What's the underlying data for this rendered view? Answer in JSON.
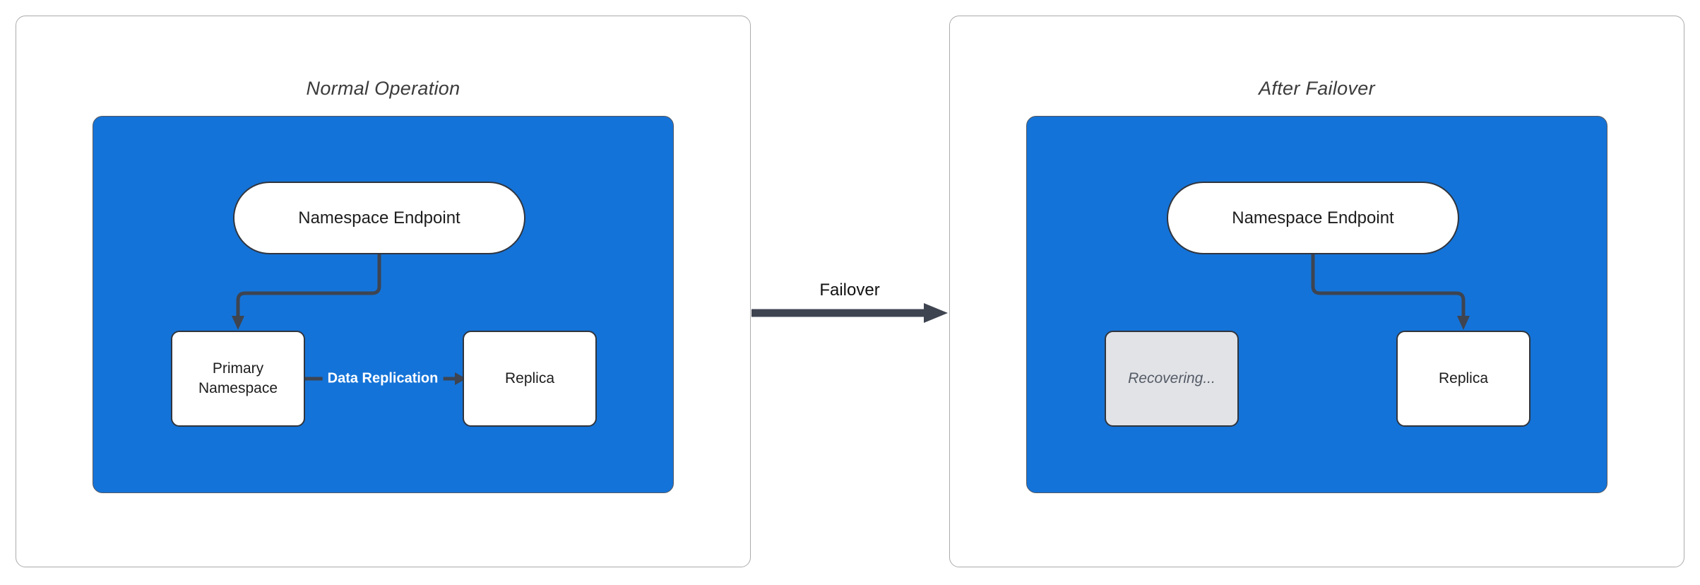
{
  "colors": {
    "page_bg": "#FFFFFF",
    "panel_border": "#ABABAB",
    "blue_fill": "#1473D8",
    "blue_border": "#54585F",
    "node_fill": "#FFFFFF",
    "node_border": "#30353E",
    "node_text": "#1D1D1D",
    "recovering_fill": "#E2E3E7",
    "recovering_text": "#545B66",
    "edge_stroke": "#3E4450",
    "title_text": "#3B3B3B",
    "edge_label_text": "#FFFFFF",
    "failover_label_text": "#111111"
  },
  "left_panel": {
    "title": "Normal Operation",
    "endpoint_label": "Namespace Endpoint",
    "primary_label": "Primary Namespace",
    "replica_label": "Replica",
    "replication_label": "Data Replication"
  },
  "transition": {
    "label": "Failover"
  },
  "right_panel": {
    "title": "After Failover",
    "endpoint_label": "Namespace Endpoint",
    "recovering_label": "Recovering...",
    "replica_label": "Replica"
  }
}
